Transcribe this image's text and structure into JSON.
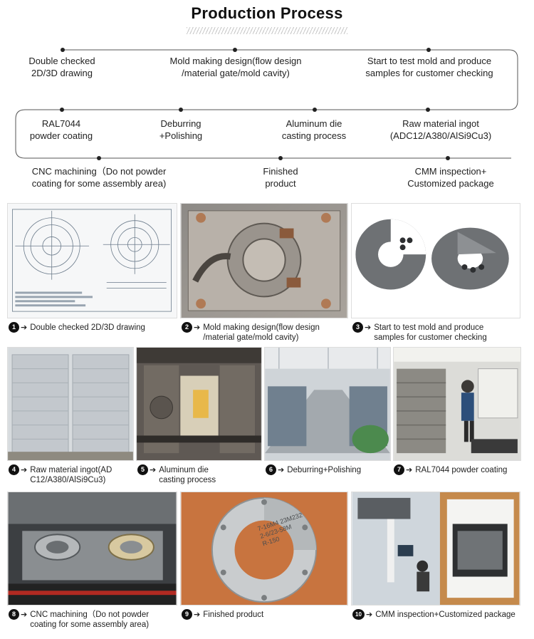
{
  "title": "Production Process",
  "flow": {
    "row1": [
      {
        "text": "Double checked\n2D/3D drawing"
      },
      {
        "text": "Mold making design(flow design\n/material gate/mold cavity)"
      },
      {
        "text": "Start to test mold and produce\nsamples for customer checking"
      }
    ],
    "row2": [
      {
        "text": "RAL7044\npowder coating"
      },
      {
        "text": "Deburring\n+Polishing"
      },
      {
        "text": "Aluminum die\ncasting process"
      },
      {
        "text": "Raw material ingot\n(ADC12/A380/AlSi9Cu3)"
      }
    ],
    "row3": [
      {
        "text": "CNC machining（Do not powder\ncoating for some assembly area)"
      },
      {
        "text": "Finished\nproduct"
      },
      {
        "text": "CMM inspection+\nCustomized package"
      }
    ]
  },
  "captions": [
    {
      "num": "1",
      "text": "Double checked 2D/3D drawing"
    },
    {
      "num": "2",
      "text": "Mold making design(flow design\n/material gate/mold cavity)"
    },
    {
      "num": "3",
      "text": "Start to test mold and produce\nsamples for customer checking"
    },
    {
      "num": "4",
      "text": "Raw material ingot(AD\nC12/A380/AlSi9Cu3)"
    },
    {
      "num": "5",
      "text": "Aluminum die\ncasting process"
    },
    {
      "num": "6",
      "text": "Deburring+Polishing"
    },
    {
      "num": "7",
      "text": "RAL7044 powder coating"
    },
    {
      "num": "8",
      "text": "CNC machining（Do not powder\ncoating for some assembly area)"
    },
    {
      "num": "9",
      "text": "Finished product"
    },
    {
      "num": "10",
      "text": "CMM inspection+Customized package"
    }
  ],
  "photo_labels": {
    "finished_product_engraving": "7-16M4 23M232\n2-6/23-58M\nR-150",
    "photo_icons": [
      "technical-drawing",
      "die-casting-mold",
      "sample-parts",
      "aluminum-ingot-stack",
      "die-casting-machine",
      "polishing-workshop",
      "powder-coating-line",
      "cnc-machine",
      "finished-part",
      "cmm-inspection-and-package"
    ]
  }
}
